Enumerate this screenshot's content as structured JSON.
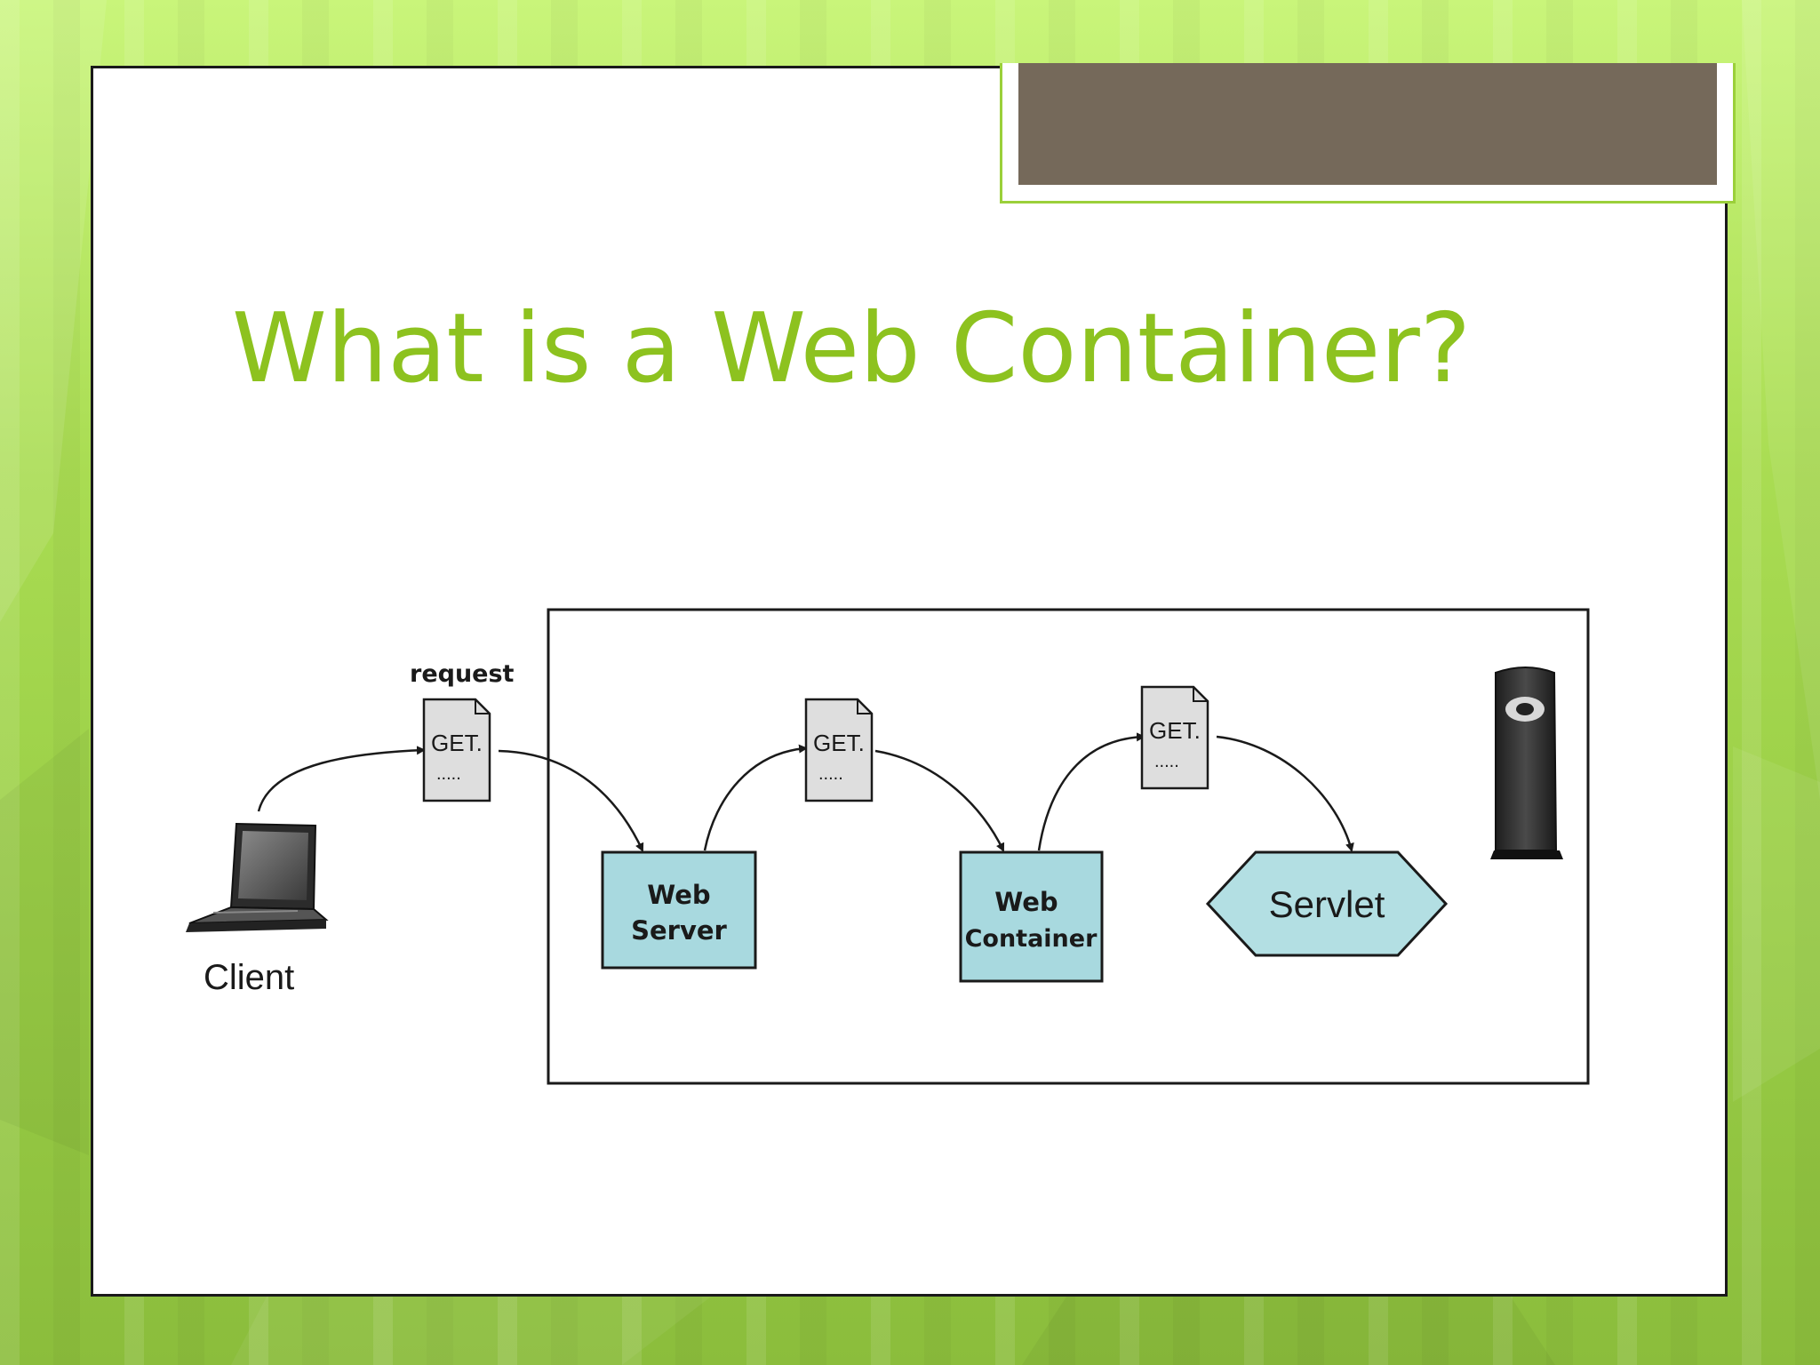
{
  "slide": {
    "title": "What is a Web Container?"
  },
  "diagram": {
    "request_label": "request",
    "documents": [
      {
        "line1": "GET.",
        "line2": "....."
      },
      {
        "line1": "GET.",
        "line2": "....."
      },
      {
        "line1": "GET.",
        "line2": "....."
      }
    ],
    "client_label": "Client",
    "web_server": {
      "line1": "Web",
      "line2": "Server"
    },
    "web_container": {
      "line1": "Web",
      "line2": "Container"
    },
    "servlet_label": "Servlet"
  },
  "colors": {
    "title": "#8dc21f",
    "box_fill": "#a8d9df",
    "hexagon_fill": "#b3dfe3",
    "document_fill": "#dedede",
    "plaque": "#75695a",
    "background": "#a9dc52"
  }
}
